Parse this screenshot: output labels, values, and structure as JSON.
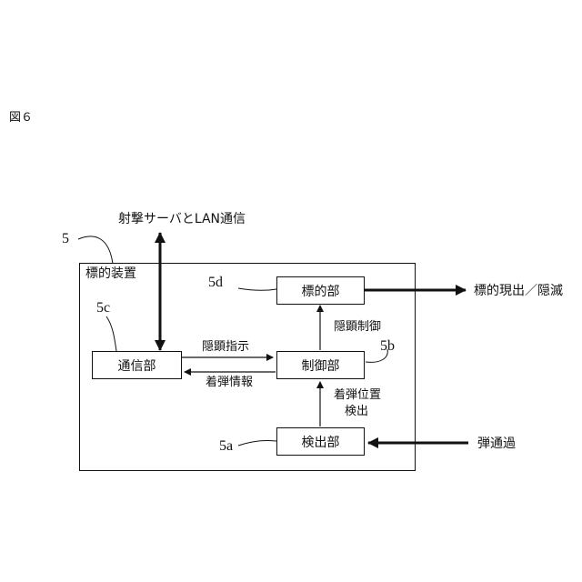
{
  "figure_label": "図６",
  "device": {
    "title": "標的装置",
    "ref": "5",
    "blocks": {
      "target": {
        "label": "標的部",
        "ref": "5d"
      },
      "comm": {
        "label": "通信部",
        "ref": "5c"
      },
      "control": {
        "label": "制御部",
        "ref": "5b"
      },
      "detect": {
        "label": "検出部",
        "ref": "5a"
      }
    }
  },
  "signals": {
    "lan": "射撃サーバとLAN通信",
    "visibility_instruction": "隠顕指示",
    "impact_info": "着弾情報",
    "visibility_control": "隠顕制御",
    "impact_position_line1": "着弾位置",
    "impact_position_line2": "検出",
    "target_output": "標的現出／隠滅",
    "bullet_pass": "弾通過"
  }
}
